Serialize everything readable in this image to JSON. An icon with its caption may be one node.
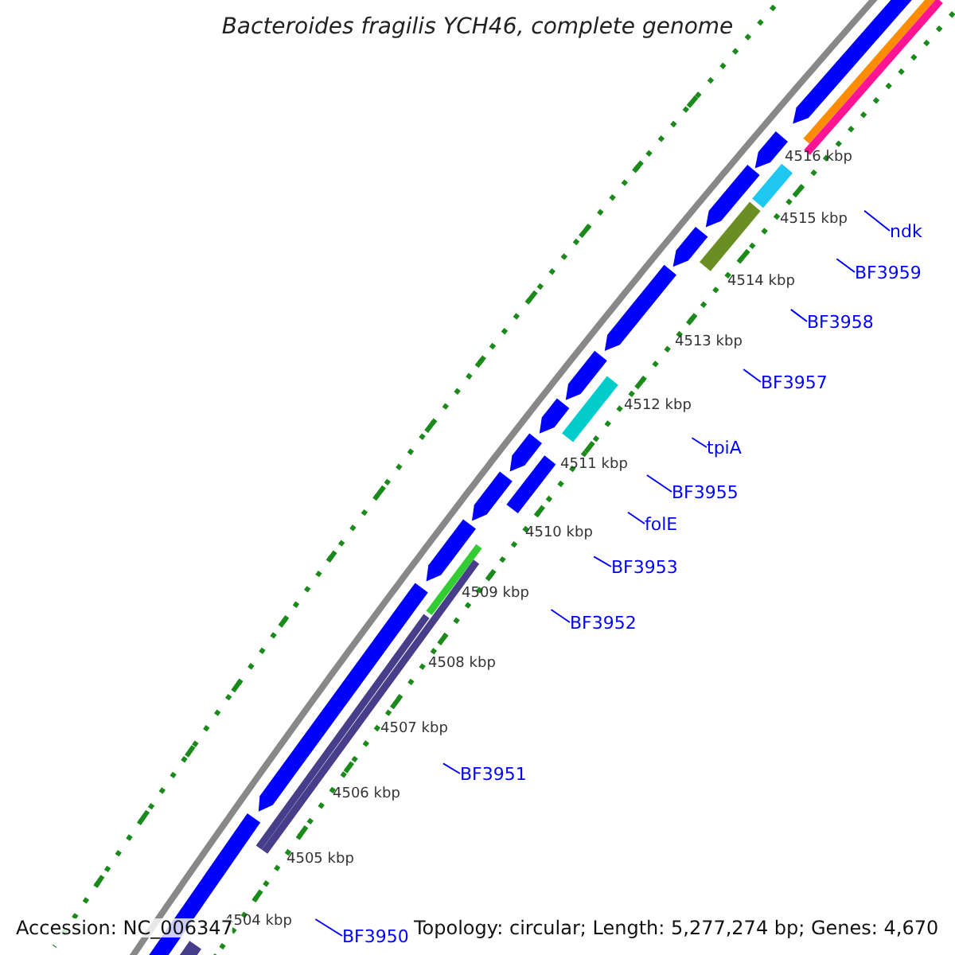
{
  "diagram": {
    "title": "Bacteroides fragilis YCH46, complete genome",
    "nodes": [
      {
        "text": [
          "ndk"
        ]
      },
      {
        "text": [
          "BF3959"
        ]
      },
      {
        "text": [
          "BF3958"
        ]
      },
      {
        "text": [
          "BF3957"
        ]
      },
      {
        "text": [
          "tpiA"
        ]
      },
      {
        "text": [
          "BF3955"
        ]
      },
      {
        "text": [
          "folE"
        ]
      },
      {
        "text": [
          "BF3953"
        ]
      },
      {
        "text": [
          "BF3952"
        ]
      },
      {
        "text": [
          "BF3951"
        ]
      },
      {
        "text": [
          "BF3950"
        ]
      }
    ],
    "edges": [
      {
        "from": 0,
        "to": null,
        "arrow": "none"
      },
      {
        "from": 1,
        "to": null,
        "arrow": "none"
      },
      {
        "from": 2,
        "to": null,
        "arrow": "none"
      },
      {
        "from": 3,
        "to": null,
        "arrow": "none"
      },
      {
        "from": 4,
        "to": null,
        "arrow": "none"
      },
      {
        "from": 5,
        "to": null,
        "arrow": "none"
      },
      {
        "from": 6,
        "to": null,
        "arrow": "none"
      },
      {
        "from": 7,
        "to": null,
        "arrow": "none"
      },
      {
        "from": 8,
        "to": null,
        "arrow": "none"
      },
      {
        "from": 9,
        "to": null,
        "arrow": "none"
      },
      {
        "from": 10,
        "to": null,
        "arrow": "none"
      }
    ],
    "labels": [
      "4516 kbp",
      "4515 kbp",
      "4514 kbp",
      "4513 kbp",
      "4512 kbp",
      "4511 kbp",
      "4510 kbp",
      "4509 kbp",
      "4508 kbp",
      "4507 kbp",
      "4506 kbp",
      "4505 kbp",
      "4504 kbp",
      "Accession: NC_006347",
      "Topology: circular; Length: 5,277,274 bp; Genes: 4,670"
    ]
  }
}
